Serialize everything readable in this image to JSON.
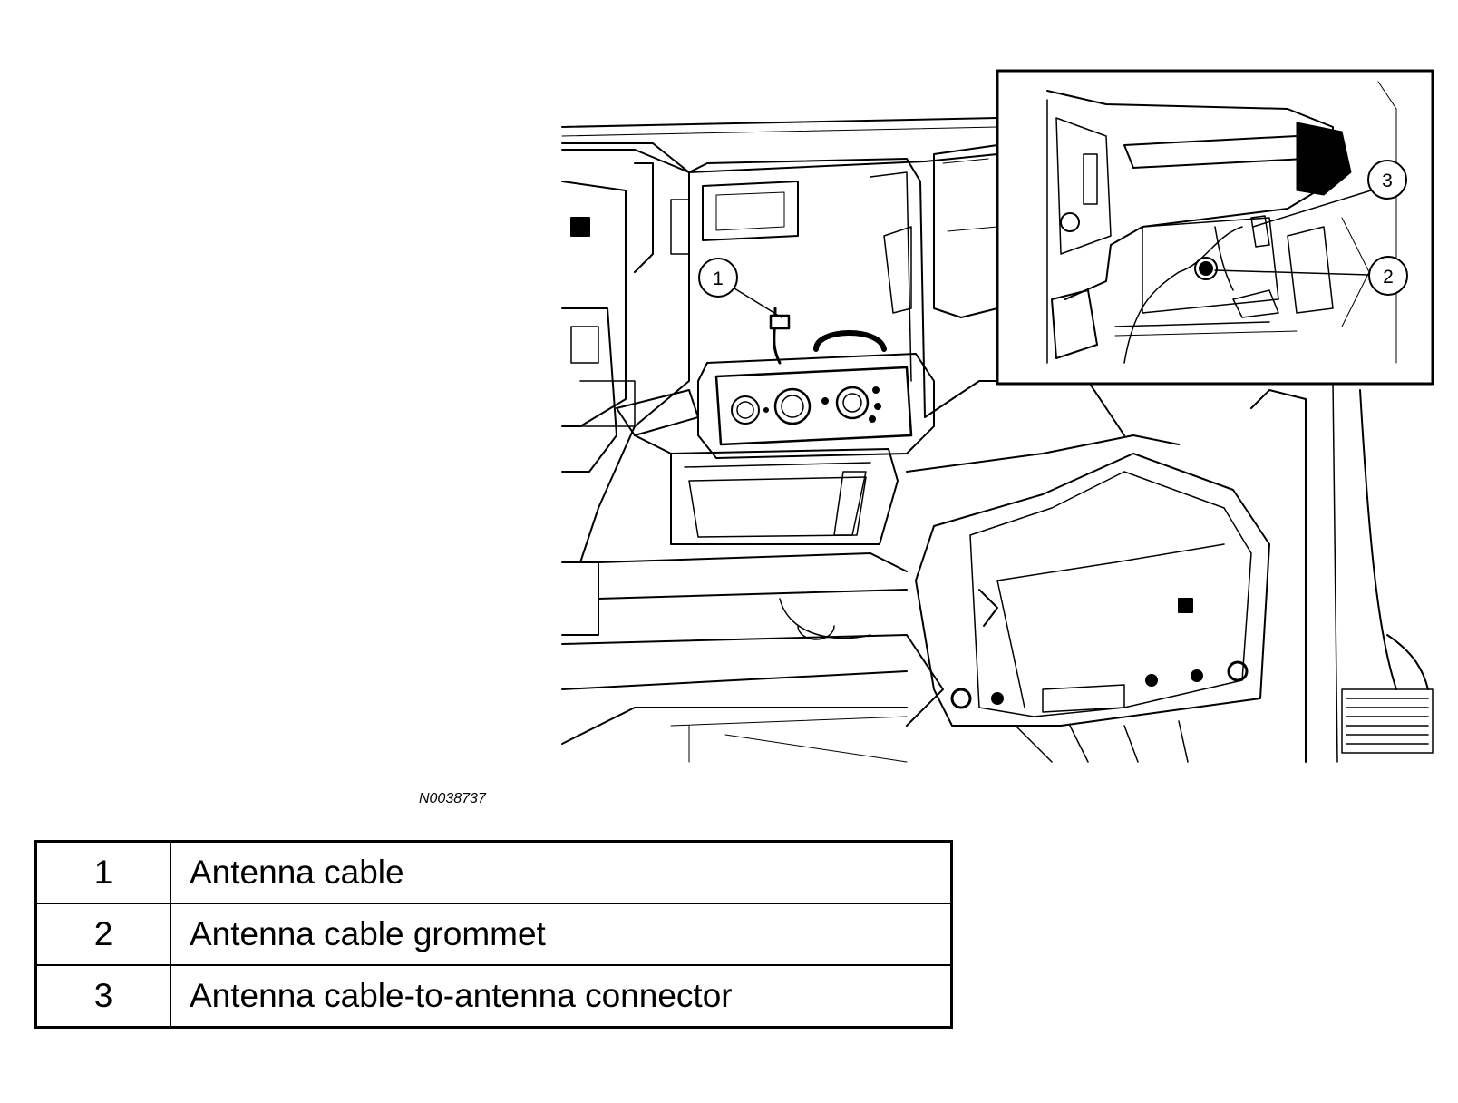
{
  "figure_id": "N0038737",
  "callouts": [
    {
      "number": "1"
    },
    {
      "number": "2"
    },
    {
      "number": "3"
    }
  ],
  "legend": [
    {
      "number": "1",
      "description": "Antenna cable"
    },
    {
      "number": "2",
      "description": "Antenna cable grommet"
    },
    {
      "number": "3",
      "description": "Antenna cable-to-antenna connector"
    }
  ]
}
